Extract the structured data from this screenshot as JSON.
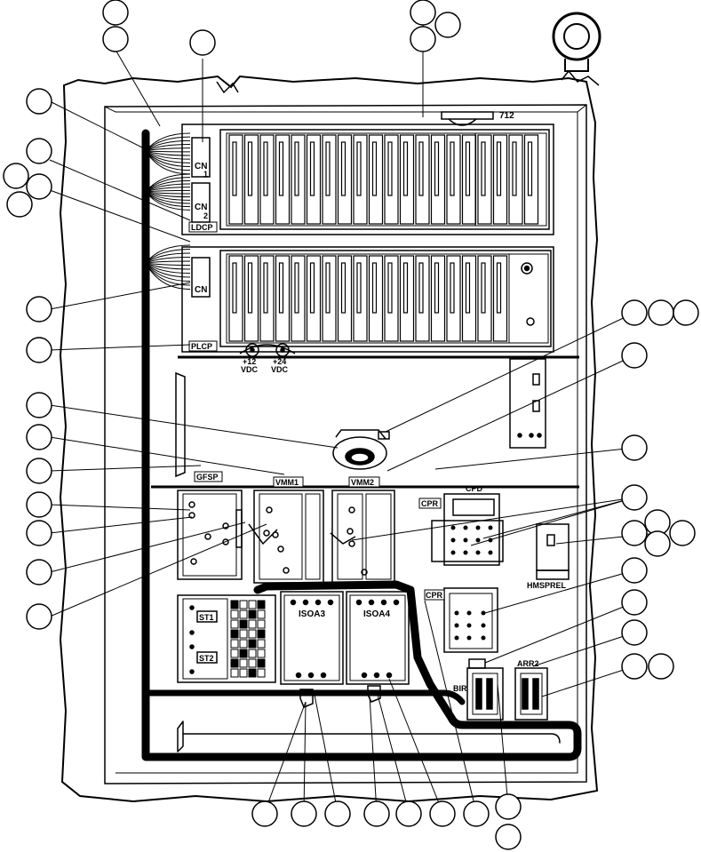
{
  "labels": {
    "part_712": "712",
    "cn1_a": "CN",
    "cn1_b": "1",
    "cn2_a": "CN",
    "cn2_b": "2",
    "ldcp": "LDCP",
    "cn": "CN",
    "plcp": "PLCP",
    "v12_a": "+12",
    "v12_b": "VDC",
    "v24_a": "+24",
    "v24_b": "VDC",
    "gfsp": "GFSP",
    "vmm1": "VMM1",
    "vmm2": "VMM2",
    "cpr_top": "CPR",
    "cpd": "CPD",
    "hmsprel": "HMSPREL",
    "cpr_mid": "CPR",
    "st1": "ST1",
    "st2": "ST2",
    "isoa3": "ISOA3",
    "isoa4": "ISOA4",
    "bir": "BIR",
    "arr2": "ARR2"
  }
}
